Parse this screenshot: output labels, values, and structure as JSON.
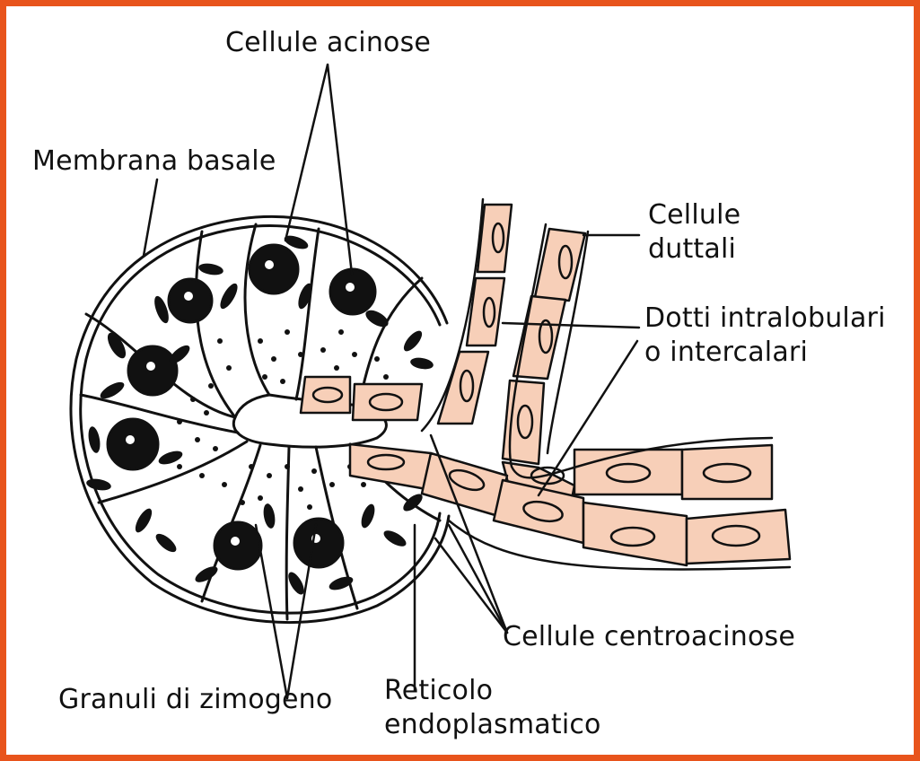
{
  "diagram": {
    "border_color": "#e8541c",
    "duct_fill": "#f7cfb8",
    "ink_color": "#111111",
    "labels": {
      "cellule_acinose": "Cellule acinose",
      "membrana_basale": "Membrana basale",
      "cellule_duttali_1": "Cellule",
      "cellule_duttali_2": "duttali",
      "dotti_1": "Dotti intralobulari",
      "dotti_2": "o intercalari",
      "centroacinose": "Cellule centroacinose",
      "granuli": "Granuli di zimogeno",
      "reticolo_1": "Reticolo",
      "reticolo_2": "endoplasmatico"
    }
  }
}
